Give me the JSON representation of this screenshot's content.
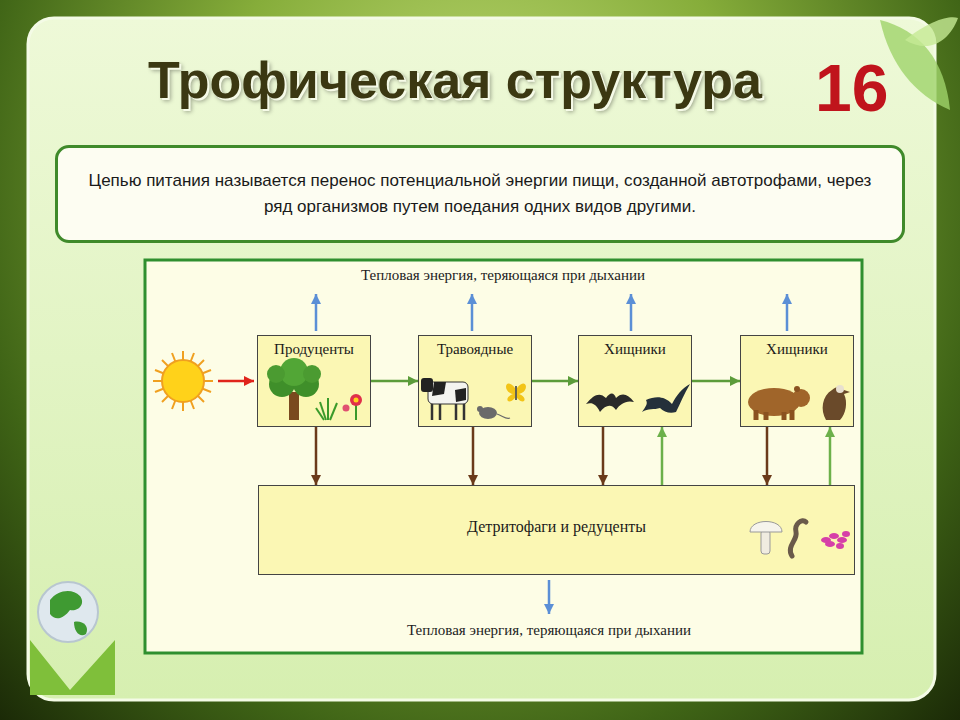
{
  "diagram": {
    "title": "Трофическая структура",
    "nodes": [
      {
        "text": [
          "Цепью питания называется перенос потенциальной энергии пищи, созданной автотрофами, через ряд организмов путем поедания одних видов другими."
        ]
      },
      {
        "text": [
          "Продуценты"
        ]
      },
      {
        "text": [
          "Травоядные"
        ]
      },
      {
        "text": [
          "Хищники"
        ]
      },
      {
        "text": [
          "Хищники"
        ]
      },
      {
        "text": [
          "Детритофаги и редуценты"
        ]
      }
    ],
    "edges": [
      {
        "from": 1,
        "to": 2,
        "arrow": "to"
      },
      {
        "from": 2,
        "to": 3,
        "arrow": "to"
      },
      {
        "from": 3,
        "to": 4,
        "arrow": "to"
      },
      {
        "from": 1,
        "to": 5,
        "arrow": "to"
      },
      {
        "from": 2,
        "to": 5,
        "arrow": "to"
      },
      {
        "from": 3,
        "to": 5,
        "arrow": "to"
      },
      {
        "from": 4,
        "to": 5,
        "arrow": "to"
      },
      {
        "from": 5,
        "to": 3,
        "arrow": "to"
      },
      {
        "from": 5,
        "to": 4,
        "arrow": "to"
      }
    ],
    "labels": [
      "16",
      "Тепловая энергия, теряющаяся при дыхании",
      "Тепловая энергия, теряющаяся при дыхании"
    ]
  }
}
